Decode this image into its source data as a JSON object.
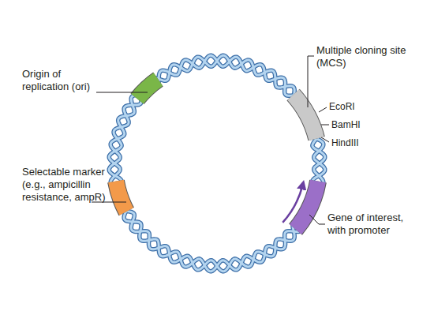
{
  "diagram": {
    "labels": [
      "Origin of replication (ori)",
      "Multiple cloning site (MCS)",
      "EcoRI",
      "BamHI",
      "HindIII",
      "Selectable marker (e.g., ampicillin resistance, ampR)",
      "Gene of interest, with promoter"
    ]
  }
}
